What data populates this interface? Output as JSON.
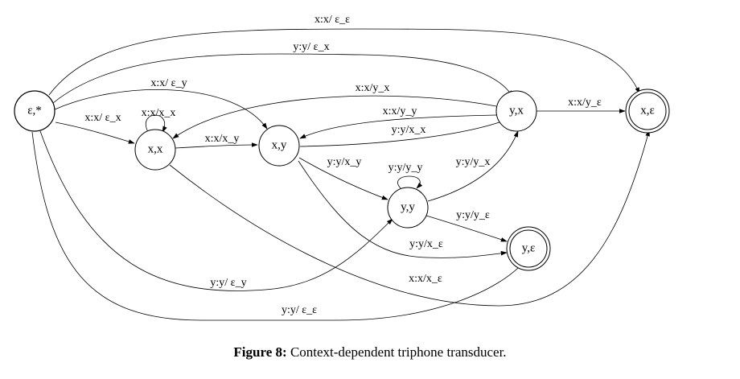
{
  "diagram": {
    "states": [
      {
        "id": "s0",
        "label": "ε,*",
        "final": false
      },
      {
        "id": "xx",
        "label": "x,x",
        "final": false
      },
      {
        "id": "xy",
        "label": "x,y",
        "final": false
      },
      {
        "id": "yy",
        "label": "y,y",
        "final": false
      },
      {
        "id": "yx",
        "label": "y,x",
        "final": false
      },
      {
        "id": "xe",
        "label": "x,ε",
        "final": true
      },
      {
        "id": "ye",
        "label": "y,ε",
        "final": true
      }
    ],
    "edges": [
      {
        "id": "e1",
        "from": "s0",
        "to": "xe",
        "label": "x:x/ ε_ε"
      },
      {
        "id": "e2",
        "from": "s0",
        "to": "yx",
        "label": "y:y/ ε_x"
      },
      {
        "id": "e3",
        "from": "s0",
        "to": "xy",
        "label": "x:x/ ε_y"
      },
      {
        "id": "e4",
        "from": "s0",
        "to": "xx",
        "label": "x:x/ ε_x"
      },
      {
        "id": "e5",
        "from": "xx",
        "to": "xx",
        "label": "x:x/x_x"
      },
      {
        "id": "e6",
        "from": "xx",
        "to": "xy",
        "label": "x:x/x_y"
      },
      {
        "id": "e7",
        "from": "yx",
        "to": "xx",
        "label": "x:x/y_x"
      },
      {
        "id": "e8",
        "from": "yx",
        "to": "xy",
        "label": "x:x/y_y"
      },
      {
        "id": "e9",
        "from": "xy",
        "to": "yx",
        "label": "y:y/x_x"
      },
      {
        "id": "e10",
        "from": "yx",
        "to": "xe",
        "label": "x:x/y_ε"
      },
      {
        "id": "e11",
        "from": "xy",
        "to": "yy",
        "label": "y:y/x_y"
      },
      {
        "id": "e12",
        "from": "yy",
        "to": "yy",
        "label": "y:y/y_y"
      },
      {
        "id": "e13",
        "from": "yy",
        "to": "yx",
        "label": "y:y/y_x"
      },
      {
        "id": "e14",
        "from": "yy",
        "to": "ye",
        "label": "y:y/y_ε"
      },
      {
        "id": "e15",
        "from": "xy",
        "to": "ye",
        "label": "y:y/x_ε"
      },
      {
        "id": "e16",
        "from": "xx",
        "to": "xe",
        "label": "x:x/x_ε"
      },
      {
        "id": "e17",
        "from": "s0",
        "to": "yy",
        "label": "y:y/ ε_y"
      },
      {
        "id": "e18",
        "from": "s0",
        "to": "ye",
        "label": "y:y/ ε_ε"
      }
    ]
  },
  "caption": {
    "label": "Figure 8:",
    "text": "Context-dependent triphone transducer."
  }
}
